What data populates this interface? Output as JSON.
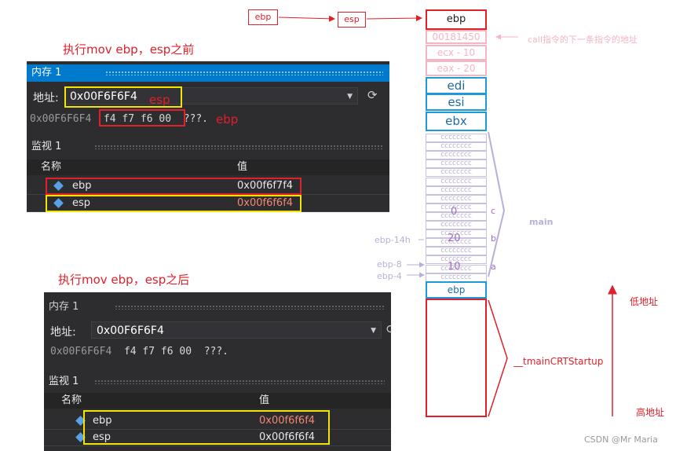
{
  "top_labels": {
    "ebp": "ebp",
    "esp": "esp"
  },
  "captions": {
    "before": "执行mov ebp，esp之前",
    "after": "执行mov ebp，esp之后"
  },
  "before_panel": {
    "memory_tab": "内存 1",
    "address_label": "地址:",
    "address_value": "0x00F6F6F4",
    "esp_overlay": "esp",
    "row_address": "0x00F6F6F4",
    "row_bytes": "f4 f7 f6 00",
    "row_ascii": "???.",
    "ebp_overlay": "ebp",
    "watch_tab": "监视 1",
    "col_name": "名称",
    "col_value": "值",
    "rows": [
      {
        "name": "ebp",
        "value": "0x00f6f7f4"
      },
      {
        "name": "esp",
        "value": "0x00f6f6f4"
      }
    ]
  },
  "after_panel": {
    "memory_tab": "内存 1",
    "address_label": "地址:",
    "address_value": "0x00F6F6F4",
    "row_address": "0x00F6F6F4",
    "row_bytes": "f4 f7 f6 00",
    "row_ascii": "???.",
    "watch_tab": "监视 1",
    "col_name": "名称",
    "col_value": "值",
    "rows": [
      {
        "name": "ebp",
        "value": "0x00f6f6f4"
      },
      {
        "name": "esp",
        "value": "0x00f6f6f4"
      }
    ]
  },
  "stack": {
    "ebp_top": "ebp",
    "ret_addr": "00181450",
    "ret_note": "call指令的下一条指令的地址",
    "ecx": "ecx - 10",
    "eax": "eax - 20",
    "edi": "edi",
    "esi": "esi",
    "ebx": "ebx",
    "cc": "cccccccc",
    "val_c": "0",
    "var_c": "c",
    "val_b": "20",
    "var_b": "b",
    "val_a": "10",
    "var_a": "a",
    "frame_main": "main",
    "off_14": "ebp-14h",
    "off_8": "ebp-8",
    "off_4": "ebp-4",
    "ebp_bottom": "ebp",
    "frame_startup": "__tmainCRTStartup",
    "low_addr": "低地址",
    "high_addr": "高地址"
  },
  "watermark": "CSDN @Mr Maria",
  "colors": {
    "red": "#e0202a",
    "yellow": "#f2e600",
    "blue": "#1c9bd8",
    "pink": "#f4b6c2",
    "lavender": "#b8b0d8",
    "vs_blue": "#007acc",
    "value_pink": "#f48771"
  }
}
